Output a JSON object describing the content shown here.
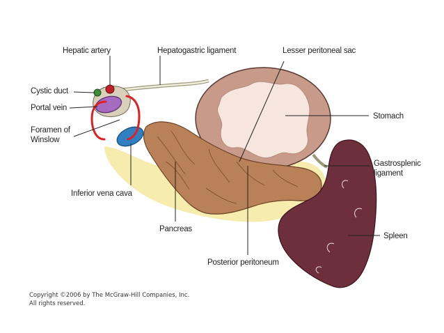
{
  "labels": {
    "hepatic_artery": "Hepatic artery",
    "hepatogastric_ligament": "Hepatogastric ligament",
    "lesser_peritoneal_sac": "Lesser peritoneal sac",
    "cystic_duct": "Cystic duct",
    "portal_vein": "Portal vein",
    "foramen_of_winslow_line1": "Foramen of",
    "foramen_of_winslow_line2": "Winslow",
    "stomach": "Stomach",
    "gastrosplenic_ligament_line1": "Gastrosplenic",
    "gastrosplenic_ligament_line2": "ligament",
    "inferior_vena_cava": "Inferior vena cava",
    "pancreas": "Pancreas",
    "posterior_peritoneum": "Posterior peritoneum",
    "spleen": "Spleen"
  },
  "copyright": {
    "line1": "Copyright ©2006 by The McGraw-Hill Companies, Inc.",
    "line2": "All rights reserved."
  },
  "colors": {
    "peritoneum_yellow": "#f6ecae",
    "stomach_wall": "#c79a8a",
    "stomach_lumen": "#f6e6dd",
    "pancreas": "#b98158",
    "spleen": "#6e2f3c",
    "ivc_blue": "#2f7fc1",
    "portal_vein_purple": "#a46bc0",
    "hepatic_artery_red": "#c0202a",
    "cystic_duct_green": "#3e8a3a",
    "annotation_bracket": "#e02020"
  }
}
